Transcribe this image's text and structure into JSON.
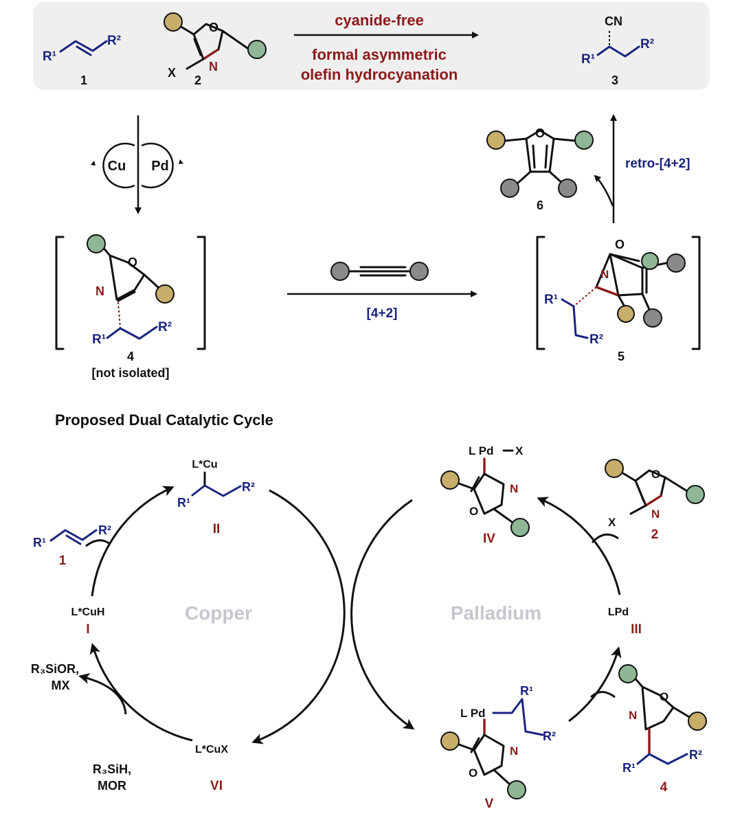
{
  "colors": {
    "label_red": "#8b1a1a",
    "chain_blue": "#1a237e",
    "sphere_tan": "#c8ae6b",
    "sphere_green": "#8fb795",
    "sphere_gray": "#8a8a8a",
    "panel_gray": "#efefef",
    "cycle_label_gray": "#c9c5cf"
  },
  "overview": {
    "arrow_top": "cyanide-free",
    "arrow_bottom_1": "formal asymmetric",
    "arrow_bottom_2": "olefin hydrocyanation",
    "cmpd1_label": "1",
    "cmpd2_label": "2",
    "cmpd3_label": "3",
    "cn": "CN",
    "x": "X",
    "n": "N",
    "o": "O"
  },
  "middle": {
    "cu": "Cu",
    "pd": "Pd",
    "retro": "retro-[4+2]",
    "cyclo": "[4+2]",
    "cmpd4_label": "4",
    "not_isolated": "[not isolated]",
    "cmpd5_label": "5",
    "cmpd6_label": "6"
  },
  "cycle": {
    "title": "Proposed Dual Catalytic Cycle",
    "copper": "Copper",
    "palladium": "Palladium",
    "lcuh": "L*CuH",
    "i": "I",
    "ii": "II",
    "iii": "III",
    "iv": "IV",
    "v": "V",
    "vi": "VI",
    "lcu": "L*Cu",
    "lcux": "L*CuX",
    "lpd": "LPd",
    "lpd_x": "L Pd",
    "lpd_v": "L Pd",
    "x_sub": "X",
    "r3sior": "R₃SiOR,",
    "mx": "MX",
    "r3sih": "R₃SiH,",
    "mor": "MOR",
    "cmpd1_label": "1",
    "cmpd2_label": "2",
    "cmpd4_label": "4"
  },
  "r_groups": {
    "r1": "R¹",
    "r2": "R²"
  }
}
